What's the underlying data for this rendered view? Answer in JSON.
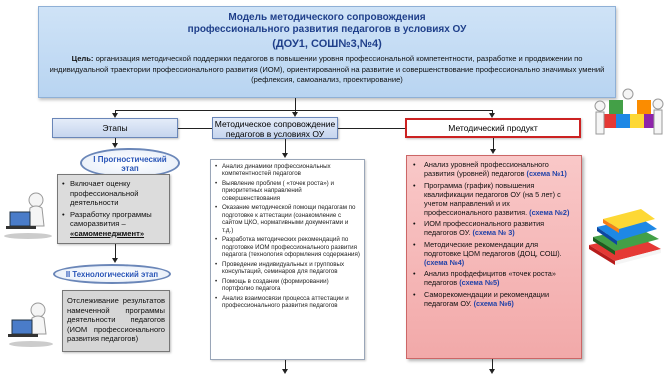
{
  "header": {
    "title_line1": "Модель методического сопровождения",
    "title_line2": "профессионального развития педагогов в условиях ОУ",
    "title_line3": "(ДОУ1, СОШ№3,№4)",
    "goal_label": "Цель:",
    "goal_text": "организация методической поддержки педагогов в повышении уровня профессиональной компетентности, разработке и продвижении по индивидуальной траектории профессионального развития (ИОМ), ориентированной на развитие и совершенствование профессионально значимых умений (рефлексия, самоанализ, проектирование)"
  },
  "columns": {
    "stages": "Этапы",
    "support_line1": "Методическое сопровождение",
    "support_line2": "педагогов в условиях ОУ",
    "product": "Методический продукт"
  },
  "stage1": {
    "title_line1": "I Прогностический",
    "title_line2": "этап",
    "items": [
      "Включает оценку профессиональной деятельности",
      "Разработку программы саморазвития –"
    ],
    "highlight": "«самоменеджмент»"
  },
  "stage2": {
    "title": "II Технологический этап",
    "text": "Отслеживание результатов намеченной программы деятельности педагогов (ИОМ профессионального развития педагогов)"
  },
  "support_items": [
    "Анализ динамики профессиональных компетентностей педагогов",
    "Выявление проблем ( «точек роста») и приоритетных направлений совершенствования",
    "Оказание методической помощи педагогам по подготовке к аттестации (ознакомление с сайтом ЦКО, нормативными документами и т.д.)",
    "Разработка методических рекомендаций по подготовке ИОМ профессионального развития педагога (технология оформления содержания)",
    "Проведение индивидуальных и групповых консультаций, семинаров для педагогов",
    "Помощь в создании (формировании) портфолио педагога",
    "Анализ взаимосвязи процесса аттестации и профессионального развития педагогов"
  ],
  "product_items": [
    {
      "text": "Анализ уровней профессионального развития (уровней) педагогов",
      "scheme": "(схема №1)"
    },
    {
      "text": "Программа (график) повышения квалификации педагогов ОУ (на 5 лет) с учетом направлений и их профессионального развития.",
      "scheme": "(схема №2)"
    },
    {
      "text": "ИОМ профессионального развития педагогов ОУ.",
      "scheme": "(схема № 3)"
    },
    {
      "text": "Методические рекомендации для подготовке ЦОМ педагогов (ДОЦ, СОШ).",
      "scheme": "(схема №4)"
    },
    {
      "text": "Анализ профдефицитов «точек роста» педагогов",
      "scheme": "(схема №5)"
    },
    {
      "text": "Саморекомендации и рекомендации педагогам ОУ.",
      "scheme": "(схема №6)"
    }
  ],
  "colors": {
    "header_bg": "#c4dbf4",
    "title_blue": "#1f3f8a",
    "scheme_blue": "#2243a8",
    "product_bg": "#f5b8b8",
    "product_border": "#cc2222"
  }
}
